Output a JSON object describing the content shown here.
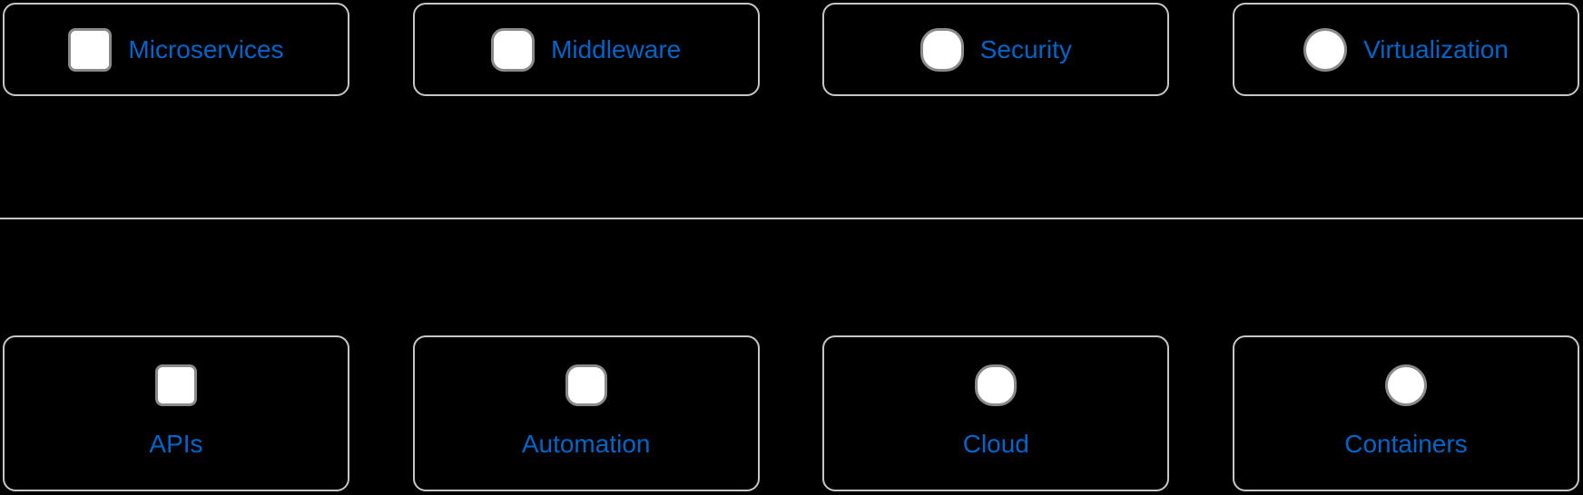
{
  "page": {
    "background_color": "#000000",
    "accent_color": "#0066cc",
    "tile_border_color": "#c6c6c6",
    "shape_fill_color": "#ffffff",
    "shape_border_color": "#8a8a8a",
    "divider_color": "#c6c6c6"
  },
  "top_tiles": [
    {
      "label": "Microservices",
      "icon": "square-icon"
    },
    {
      "label": "Middleware",
      "icon": "rounded-square-icon"
    },
    {
      "label": "Security",
      "icon": "squircle-icon"
    },
    {
      "label": "Virtualization",
      "icon": "circle-icon"
    }
  ],
  "bottom_tiles": [
    {
      "label": "APIs",
      "icon": "square-icon"
    },
    {
      "label": "Automation",
      "icon": "rounded-square-icon"
    },
    {
      "label": "Cloud",
      "icon": "squircle-icon"
    },
    {
      "label": "Containers",
      "icon": "circle-icon"
    }
  ]
}
